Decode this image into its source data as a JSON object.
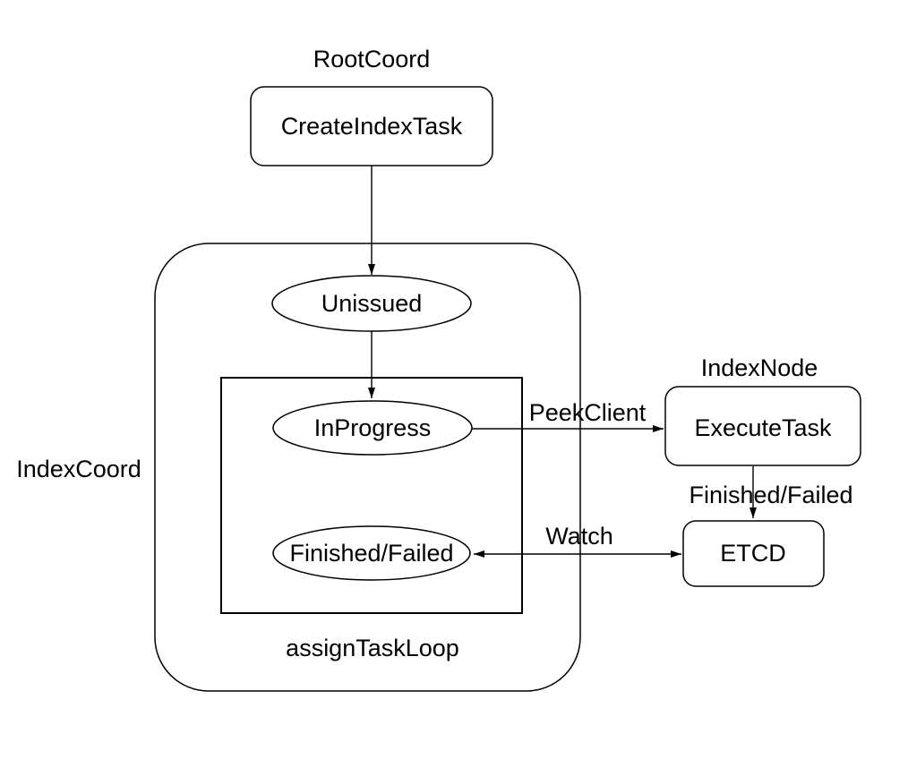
{
  "diagram": {
    "background": "#ffffff",
    "stroke_color": "#000000",
    "text_color": "#000000",
    "root_coord": {
      "title": "RootCoord",
      "create_index_task": "CreateIndexTask"
    },
    "index_coord": {
      "title": "IndexCoord",
      "states": {
        "unissued": "Unissued",
        "in_progress": "InProgress",
        "finished_failed": "Finished/Failed"
      },
      "loop_label": "assignTaskLoop"
    },
    "index_node": {
      "title": "IndexNode",
      "execute_task": "ExecuteTask"
    },
    "etcd": {
      "label": "ETCD"
    },
    "edges": {
      "peek_client": "PeekClient",
      "finished_failed": "Finished/Failed",
      "watch": "Watch"
    }
  }
}
